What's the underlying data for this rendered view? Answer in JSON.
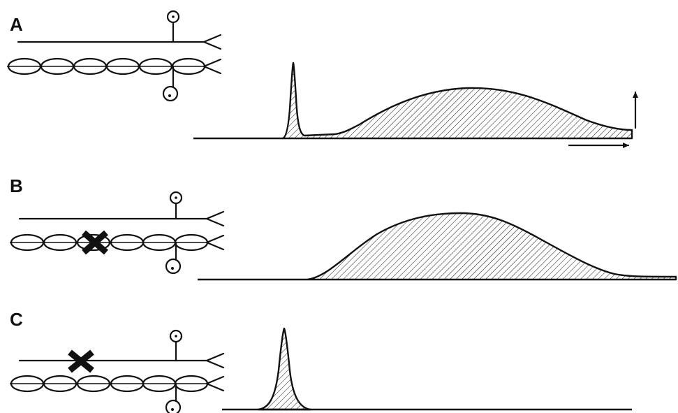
{
  "panels": [
    {
      "label": "A",
      "lesion": "none"
    },
    {
      "label": "B",
      "lesion": "myelinated-fiber"
    },
    {
      "label": "C",
      "lesion": "unmyelinated-fiber"
    }
  ],
  "icons": {
    "lesion": "x-mark-icon",
    "arrow_up": "arrow-up-icon",
    "arrow_right": "arrow-right-icon"
  },
  "colors": {
    "ink": "#111111",
    "background": "#ffffff"
  }
}
